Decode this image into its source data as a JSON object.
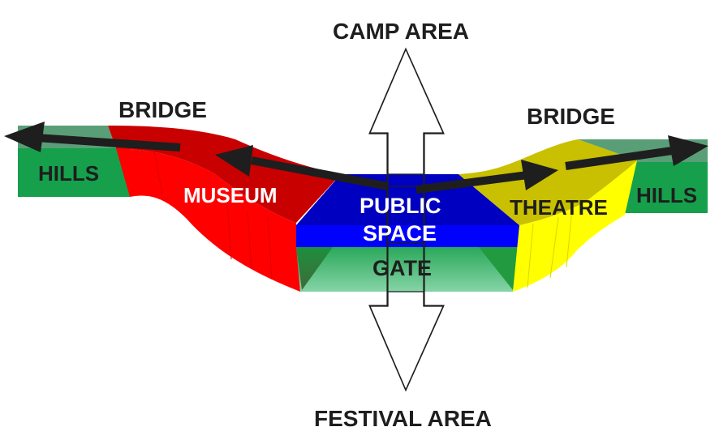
{
  "labels": {
    "camp_area": "CAMP AREA",
    "festival_area": "FESTIVAL AREA",
    "bridge_left": "BRIDGE",
    "bridge_right": "BRIDGE",
    "hills_left": "HILLS",
    "hills_right": "HILLS",
    "museum": "MUSEUM",
    "public_space_line1": "PUBLIC",
    "public_space_line2": "SPACE",
    "gate": "GATE",
    "theatre": "THEATRE"
  },
  "colors": {
    "hills_green": "#16a04c",
    "hills_top": "#5a9e78",
    "museum_top": "#c80000",
    "museum_front": "#ff0000",
    "public_top": "#0000c0",
    "public_front": "#0000ff",
    "gate_dark": "#1f9a3e",
    "gate_light": "#7fd0a0",
    "theatre_top": "#c8c000",
    "theatre_front": "#ffff00",
    "arrow": "#1e1e1e",
    "text_dark": "#1e1e1e",
    "text_light": "#ffffff"
  }
}
